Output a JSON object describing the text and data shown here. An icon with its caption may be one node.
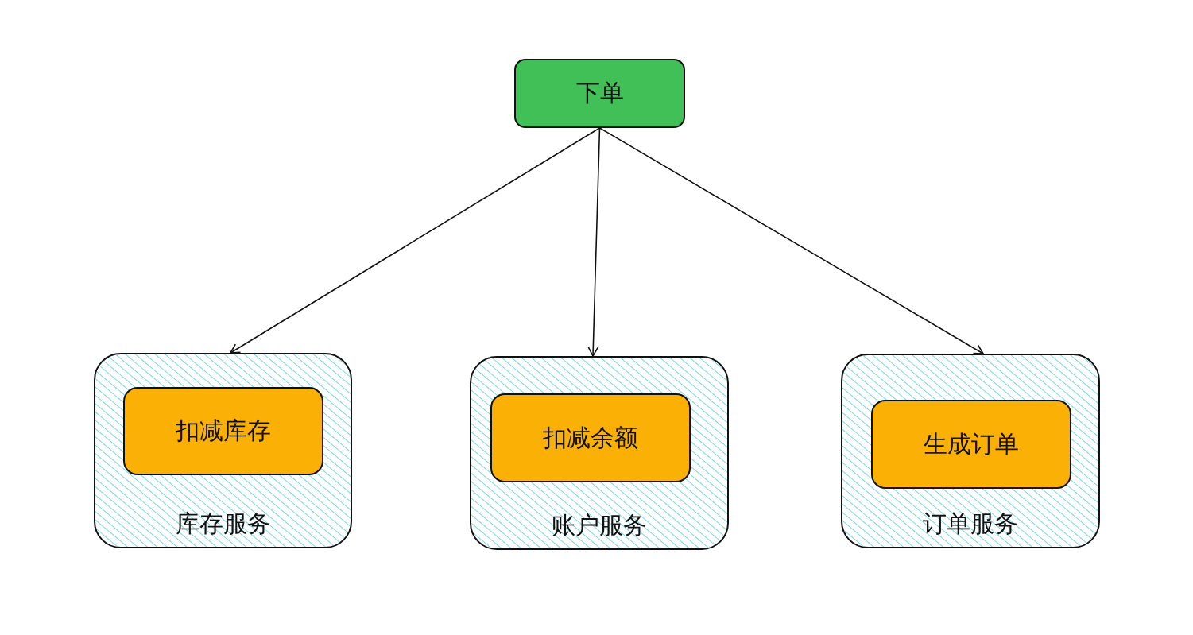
{
  "diagram": {
    "nodes": [
      {
        "text": [
          "下单"
        ]
      },
      {
        "text": [
          "库存服务"
        ]
      },
      {
        "text": [
          "扣减库存"
        ],
        "in": 1
      },
      {
        "text": [
          "账户服务"
        ]
      },
      {
        "text": [
          "扣减余额"
        ],
        "in": 3
      },
      {
        "text": [
          "订单服务"
        ]
      },
      {
        "text": [
          "生成订单"
        ],
        "in": 5
      }
    ],
    "edges": [
      {
        "from": 0,
        "to": 1,
        "arrow": "to"
      },
      {
        "from": 0,
        "to": 3,
        "arrow": "to"
      },
      {
        "from": 0,
        "to": 5,
        "arrow": "to"
      }
    ]
  }
}
